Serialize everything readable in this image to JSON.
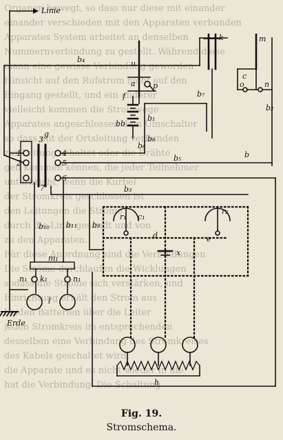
{
  "figure": {
    "number": "Fig. 19.",
    "title": "Stromschema."
  },
  "labels": {
    "linie": "Linie",
    "erde": "Erde",
    "b1": "b₁",
    "b2": "b₂",
    "b3": "b₃",
    "b4": "b₄",
    "b5": "b₅",
    "b6": "b₆",
    "b7": "b₇",
    "b8": "b₈",
    "b9": "b₉",
    "b10": "b₁₀",
    "b11": "b₁₁",
    "b": "b",
    "u": "u",
    "a": "a",
    "p": "p",
    "f": "f",
    "bb": "bb",
    "k": "k",
    "m": "m",
    "c": "c",
    "o": "o",
    "n": "n",
    "k1": "k₁",
    "m1": "m₁",
    "n1": "n₁",
    "l": "l",
    "x": "x",
    "h": "h",
    "r1": "r₁",
    "r2": "r₂",
    "c1": "c₁",
    "e": "e",
    "d": "d",
    "t1": "1",
    "t2": "2",
    "t3": "3",
    "t4": "4",
    "t5": "5",
    "t6": "6",
    "t7": "7"
  },
  "colors": {
    "ink": "#111111",
    "paper": "#ece6d7"
  },
  "bleed_through": [
    "Organen bewegt, so dass nur diese mit einander",
    "einander verschieden mit den Apparaten verbunden",
    "Apparates System arbeitet an denselben",
    "Nummernverbindung zu gestellt. Während diese",
    "mann eine gewisse Verbindung geworden",
    "Hinsicht auf den Rufstrom nicht auf den",
    "Eingang gestellt, und ein anderer",
    "vielleicht kommen die Stromwege",
    "Apparates angeschlossen dem Umschalter",
    "so dass mit der Ortsleitung verbunden",
    "zur Leitung schaltet oder die Drähte",
    "gen kommen können, die jeder Teilnehmer",
    "unterbricht, wenn die Kurbel",
    "der Stromkreis geschlossen ist",
    "den Leitungen die Ströme",
    "durch die Linie gesandt und von",
    "zu den Apparaten.",
    "Für diese Anordnung sind die Verbindungen",
    "Die Ströme durchlaufen die Wicklungen",
    "sodass die Ströme sich verstärken, und",
    "Einrichtung erhält den Strom aus",
    "beiden Batterien über die Leiter",
    "jeden Stromkreis im entsprechenden",
    "desselben eine Verbindung des Stromkreises",
    "des Kabels geschaltet wird.",
    "die Apparate und es nicht wieder in die",
    "hat die Verbindung. Die Schaltung"
  ]
}
